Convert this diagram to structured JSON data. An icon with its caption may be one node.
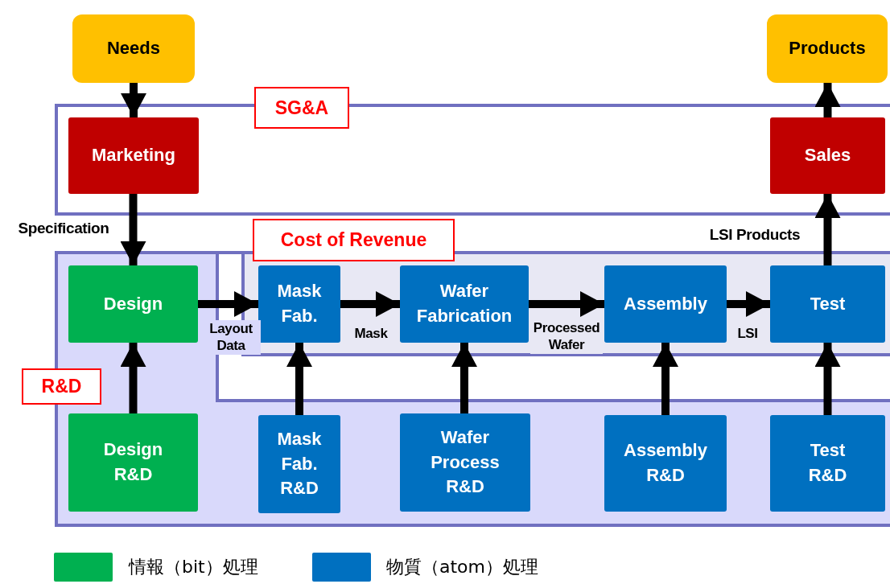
{
  "diagram": {
    "nodes": [
      {
        "text": [
          "Needs"
        ]
      },
      {
        "text": [
          "Products"
        ]
      },
      {
        "text": [
          "SG&A"
        ]
      },
      {
        "text": [
          "Marketing"
        ],
        "in": 2
      },
      {
        "text": [
          "Sales"
        ],
        "in": 2
      },
      {
        "text": [
          "R&D"
        ]
      },
      {
        "text": [
          "Design"
        ],
        "in": 5
      },
      {
        "text": [
          "Cost of Revenue"
        ],
        "in": 5
      },
      {
        "text": [
          "Mask Fab."
        ],
        "in": 7
      },
      {
        "text": [
          "Wafer Fabrication"
        ],
        "in": 7
      },
      {
        "text": [
          "Assembly"
        ],
        "in": 7
      },
      {
        "text": [
          "Test"
        ],
        "in": 7
      },
      {
        "text": [
          "Design R&D"
        ],
        "in": 5
      },
      {
        "text": [
          "Mask Fab. R&D"
        ],
        "in": 5
      },
      {
        "text": [
          "Wafer Process R&D"
        ],
        "in": 5
      },
      {
        "text": [
          "Assembly R&D"
        ],
        "in": 5
      },
      {
        "text": [
          "Test R&D"
        ],
        "in": 5
      }
    ],
    "edges": [
      {
        "from": 0,
        "to": 3,
        "arrow": "to"
      },
      {
        "from": 3,
        "to": 6,
        "arrow": "to",
        "label": "Specification"
      },
      {
        "from": 6,
        "to": 8,
        "arrow": "to",
        "label": "Layout Data"
      },
      {
        "from": 8,
        "to": 9,
        "arrow": "to",
        "label": "Mask"
      },
      {
        "from": 9,
        "to": 10,
        "arrow": "to",
        "label": "Processed Wafer"
      },
      {
        "from": 10,
        "to": 11,
        "arrow": "to",
        "label": "LSI"
      },
      {
        "from": 11,
        "to": 4,
        "arrow": "to",
        "label": "LSI Products"
      },
      {
        "from": 4,
        "to": 1,
        "arrow": "to"
      },
      {
        "from": 12,
        "to": 6,
        "arrow": "to"
      },
      {
        "from": 13,
        "to": 8,
        "arrow": "to"
      },
      {
        "from": 14,
        "to": 9,
        "arrow": "to"
      },
      {
        "from": 15,
        "to": 10,
        "arrow": "to"
      },
      {
        "from": 16,
        "to": 11,
        "arrow": "to"
      }
    ],
    "legend": [
      {
        "text": "情報（bit）処理",
        "color": "#00b050"
      },
      {
        "text": "物質（atom）処理",
        "color": "#0070c0"
      }
    ]
  }
}
